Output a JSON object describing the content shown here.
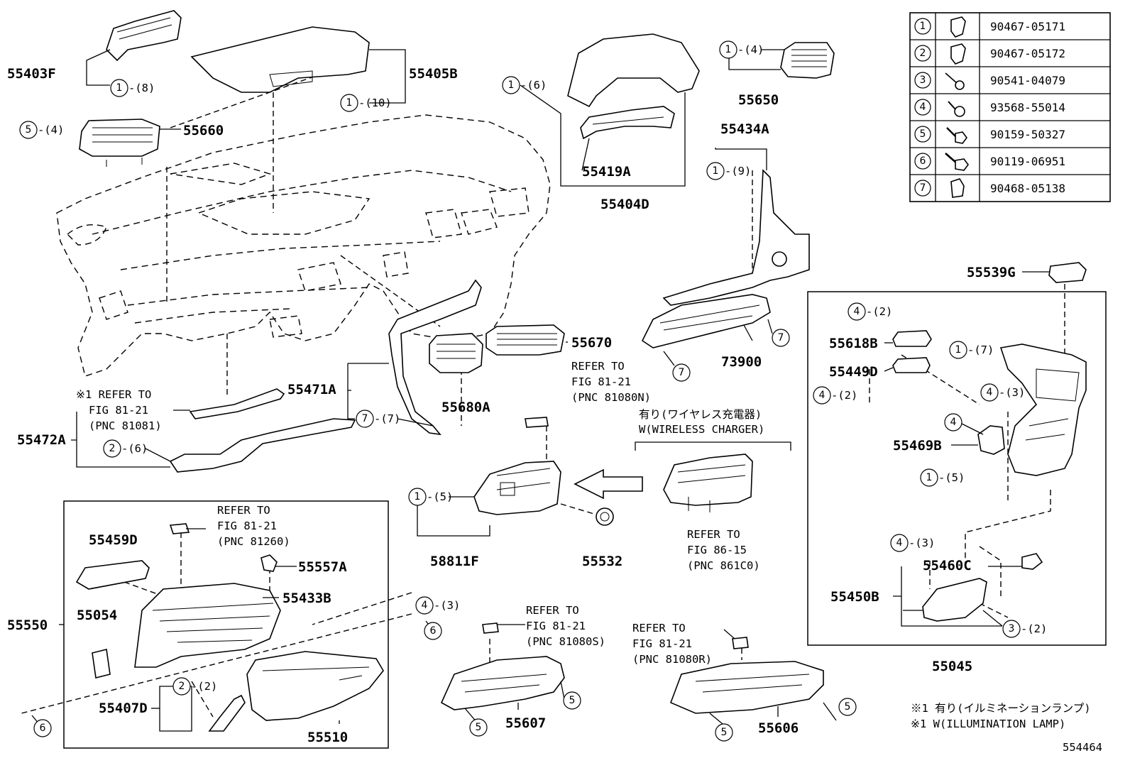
{
  "drawing_number": "554464",
  "parts": {
    "p55403F": "55403F",
    "p55405B": "55405B",
    "p55660": "55660",
    "p55404D": "55404D",
    "p55419A": "55419A",
    "p55650": "55650",
    "p55434A": "55434A",
    "p55539G": "55539G",
    "p55670": "55670",
    "p55680A": "55680A",
    "p55471A": "55471A",
    "p73900": "73900",
    "p55472A": "55472A",
    "p58811F": "58811F",
    "p55532": "55532",
    "p55618B": "55618B",
    "p55449D": "55449D",
    "p55469B": "55469B",
    "p55460C": "55460C",
    "p55450B": "55450B",
    "p55045": "55045",
    "p55459D": "55459D",
    "p55557A": "55557A",
    "p55433B": "55433B",
    "p55550": "55550",
    "p55054": "55054",
    "p55407D": "55407D",
    "p55510": "55510",
    "p55607": "55607",
    "p55606": "55606"
  },
  "qty": {
    "q8": "-(8)",
    "q10": "-(10)",
    "q4": "-(4)",
    "q6": "-(6)",
    "q9": "-(9)",
    "q7": "-(7)",
    "q5": "-(5)",
    "q3": "-(3)",
    "q2": "-(2)"
  },
  "refs": {
    "refer_to": "REFER TO",
    "star_refer_to": "※1 REFER TO",
    "fig_81_21": "FIG 81-21",
    "fig_86_15": "FIG 86-15",
    "pnc_81081": "(PNC 81081)",
    "pnc_81080N": "(PNC 81080N)",
    "pnc_81260": "(PNC 81260)",
    "pnc_81080S": "(PNC 81080S)",
    "pnc_81080R": "(PNC 81080R)",
    "pnc_861C0": "(PNC 861C0)"
  },
  "wireless": {
    "ja": "有り(ワイヤレス充電器)",
    "en": "W(WIRELESS CHARGER)"
  },
  "notes": {
    "ja": "※1 有り(イルミネーションランプ)",
    "en": "※1 W(ILLUMINATION LAMP)"
  },
  "fastener_table": [
    {
      "no": "1",
      "part": "90467-05171",
      "icon": "clip-icon"
    },
    {
      "no": "2",
      "part": "90467-05172",
      "icon": "clip-icon"
    },
    {
      "no": "3",
      "part": "90541-04079",
      "icon": "pin-icon"
    },
    {
      "no": "4",
      "part": "93568-55014",
      "icon": "screw-icon"
    },
    {
      "no": "5",
      "part": "90159-50327",
      "icon": "bolt-icon"
    },
    {
      "no": "6",
      "part": "90119-06951",
      "icon": "bolt-icon"
    },
    {
      "no": "7",
      "part": "90468-05138",
      "icon": "clip-icon"
    }
  ],
  "circle_nums": {
    "n1": "1",
    "n2": "2",
    "n3": "3",
    "n4": "4",
    "n5": "5",
    "n6": "6",
    "n7": "7"
  }
}
